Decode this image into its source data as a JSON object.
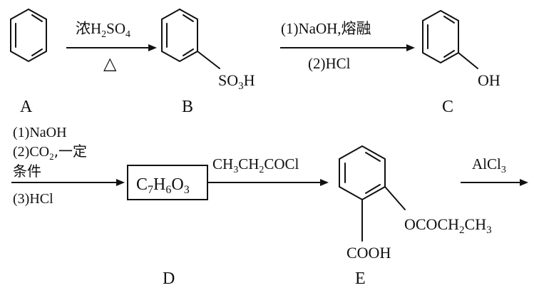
{
  "compounds": {
    "A": {
      "letter": "A"
    },
    "B": {
      "letter": "B",
      "group": "SO",
      "group_sub": "3",
      "group_tail": "H"
    },
    "C": {
      "letter": "C",
      "group": "OH"
    },
    "D": {
      "letter": "D",
      "box_C": "C",
      "box_C_sub": "7",
      "box_H": "H",
      "box_H_sub": "6",
      "box_O": "O",
      "box_O_sub": "3"
    },
    "E": {
      "letter": "E",
      "ester_a": "OCOCH",
      "ester_sub": "2",
      "ester_b": "CH",
      "ester_sub2": "3",
      "acid": "COOH"
    }
  },
  "arrows": {
    "a1": {
      "cond_top_cn": "浓",
      "cond_top_h": "H",
      "cond_top_h_sub": "2",
      "cond_top_so": "SO",
      "cond_top_so_sub": "4",
      "cond_bottom": "△"
    },
    "a2": {
      "cond_top_num": "(1)NaOH,",
      "cond_top_cn": "熔融",
      "cond_bottom": "(2)HCl"
    },
    "a3": {
      "c1": "(1)NaOH",
      "c2_a": "(2)CO",
      "c2_sub": "2",
      "c2_b": ",一定",
      "c2_c": "条件",
      "c3": "(3)HCl"
    },
    "a4": {
      "r1": "CH",
      "r1_sub": "3",
      "r2": "CH",
      "r2_sub": "2",
      "r3": "COCl"
    },
    "a5": {
      "reagent": "AlCl",
      "reagent_sub": "3"
    }
  }
}
